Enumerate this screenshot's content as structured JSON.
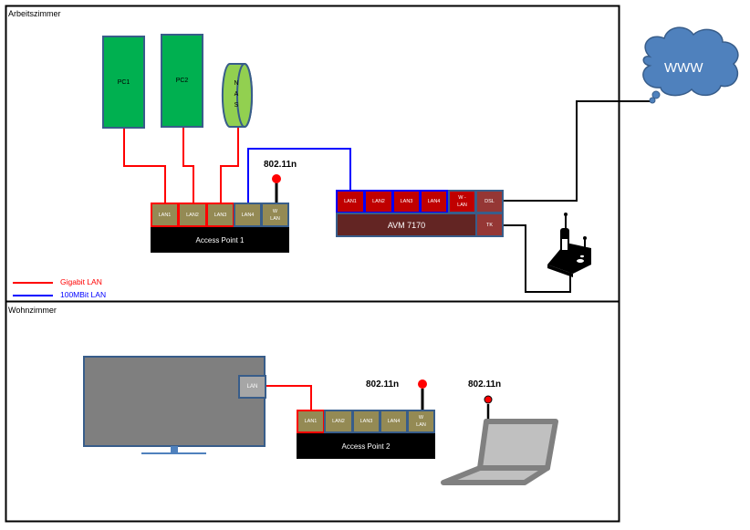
{
  "rooms": {
    "top": "Arbeitszimmer",
    "bottom": "Wohnzimmer"
  },
  "devices": {
    "pc1": "PC1",
    "pc2": "PC2",
    "nas_letters": [
      "N",
      "A",
      "S"
    ],
    "internet": "WWW",
    "tv_port": "LAN",
    "laptop_wireless": "802.11n"
  },
  "access_point_1": {
    "name": "Access Point  1",
    "wireless": "802.11n",
    "ports": [
      "LAN1",
      "LAN2",
      "LAN3",
      "LAN4",
      "W\nLAN"
    ]
  },
  "access_point_2": {
    "name": "Access Point  2",
    "wireless": "802.11n",
    "ports": [
      "LAN1",
      "LAN2",
      "LAN3",
      "LAN4",
      "W\nLAN"
    ]
  },
  "router": {
    "name": "AVM 7170",
    "ports": [
      "LAN1",
      "LAN2",
      "LAN3",
      "LAN4",
      "W -\nLAN",
      "DSL"
    ],
    "phone_port": "TK"
  },
  "legend": [
    {
      "label": "Gigabit LAN",
      "color": "#ff0000"
    },
    {
      "label": "100MBit LAN",
      "color": "#0000ff"
    }
  ],
  "colors": {
    "gigabit": "#ff0000",
    "fast_ethernet": "#0000ff",
    "pc_green": "#00b050",
    "nas_green": "#92d050",
    "outline": "#385d8a",
    "cloud": "#4f81bd"
  }
}
